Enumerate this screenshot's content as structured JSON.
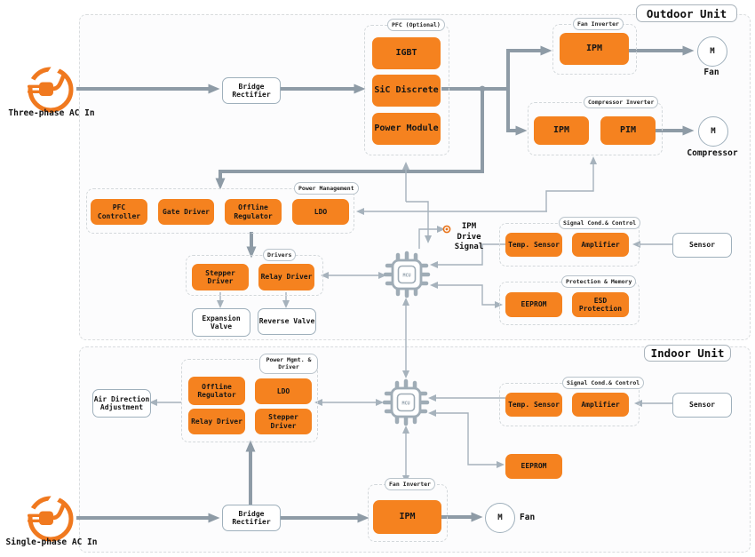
{
  "colors": {
    "orange": "#F5821F",
    "thick_line": "#8E9BA6",
    "thin_line": "#A6B2BC",
    "box_border": "#9FB0BC"
  },
  "outdoor": {
    "title": "Outdoor Unit",
    "ac_in": "Three-phase AC In",
    "bridge_rectifier": "Bridge Rectifier",
    "mcu": "MCU",
    "ipm_drive_signal": "IPM Drive Signal",
    "pfc": {
      "label": "PFC (Optional)",
      "igbt": "IGBT",
      "sic": "SiC Discrete",
      "power_module": "Power Module"
    },
    "fan_inverter": {
      "label": "Fan Inverter",
      "ipm": "IPM",
      "motor": "M",
      "motor_name": "Fan"
    },
    "compressor_inverter": {
      "label": "Compressor Inverter",
      "ipm": "IPM",
      "pim": "PIM",
      "motor": "M",
      "motor_name": "Compressor"
    },
    "power_management": {
      "label": "Power Management",
      "items": [
        "PFC Controller",
        "Gate Driver",
        "Offline Regulator",
        "LDO"
      ]
    },
    "drivers": {
      "label": "Drivers",
      "stepper": "Stepper Driver",
      "relay": "Relay Driver",
      "expansion_valve": "Expansion Valve",
      "reverse_valve": "Reverse Valve"
    },
    "signal_cond": {
      "label": "Signal Cond.& Control",
      "temp_sensor": "Temp. Sensor",
      "amplifier": "Amplifier",
      "sensor": "Sensor"
    },
    "protection": {
      "label": "Protection & Memory",
      "eeprom": "EEPROM",
      "esd": "ESD Protection"
    }
  },
  "indoor": {
    "title": "Indoor Unit",
    "ac_in": "Single-phase AC In",
    "bridge_rectifier": "Bridge Rectifier",
    "mcu": "MCU",
    "air_direction": "Air Direction Adjustment",
    "power_mgmt": {
      "label": "Power Mgmt. & Driver",
      "offline_regulator": "Offline Regulator",
      "ldo": "LDO",
      "relay": "Relay Driver",
      "stepper": "Stepper Driver"
    },
    "signal_cond": {
      "label": "Signal Cond.& Control",
      "temp_sensor": "Temp. Sensor",
      "amplifier": "Amplifier",
      "sensor": "Sensor"
    },
    "eeprom": "EEPROM",
    "fan_inverter": {
      "label": "Fan Inverter",
      "ipm": "IPM",
      "motor": "M",
      "motor_name": "Fan"
    }
  }
}
